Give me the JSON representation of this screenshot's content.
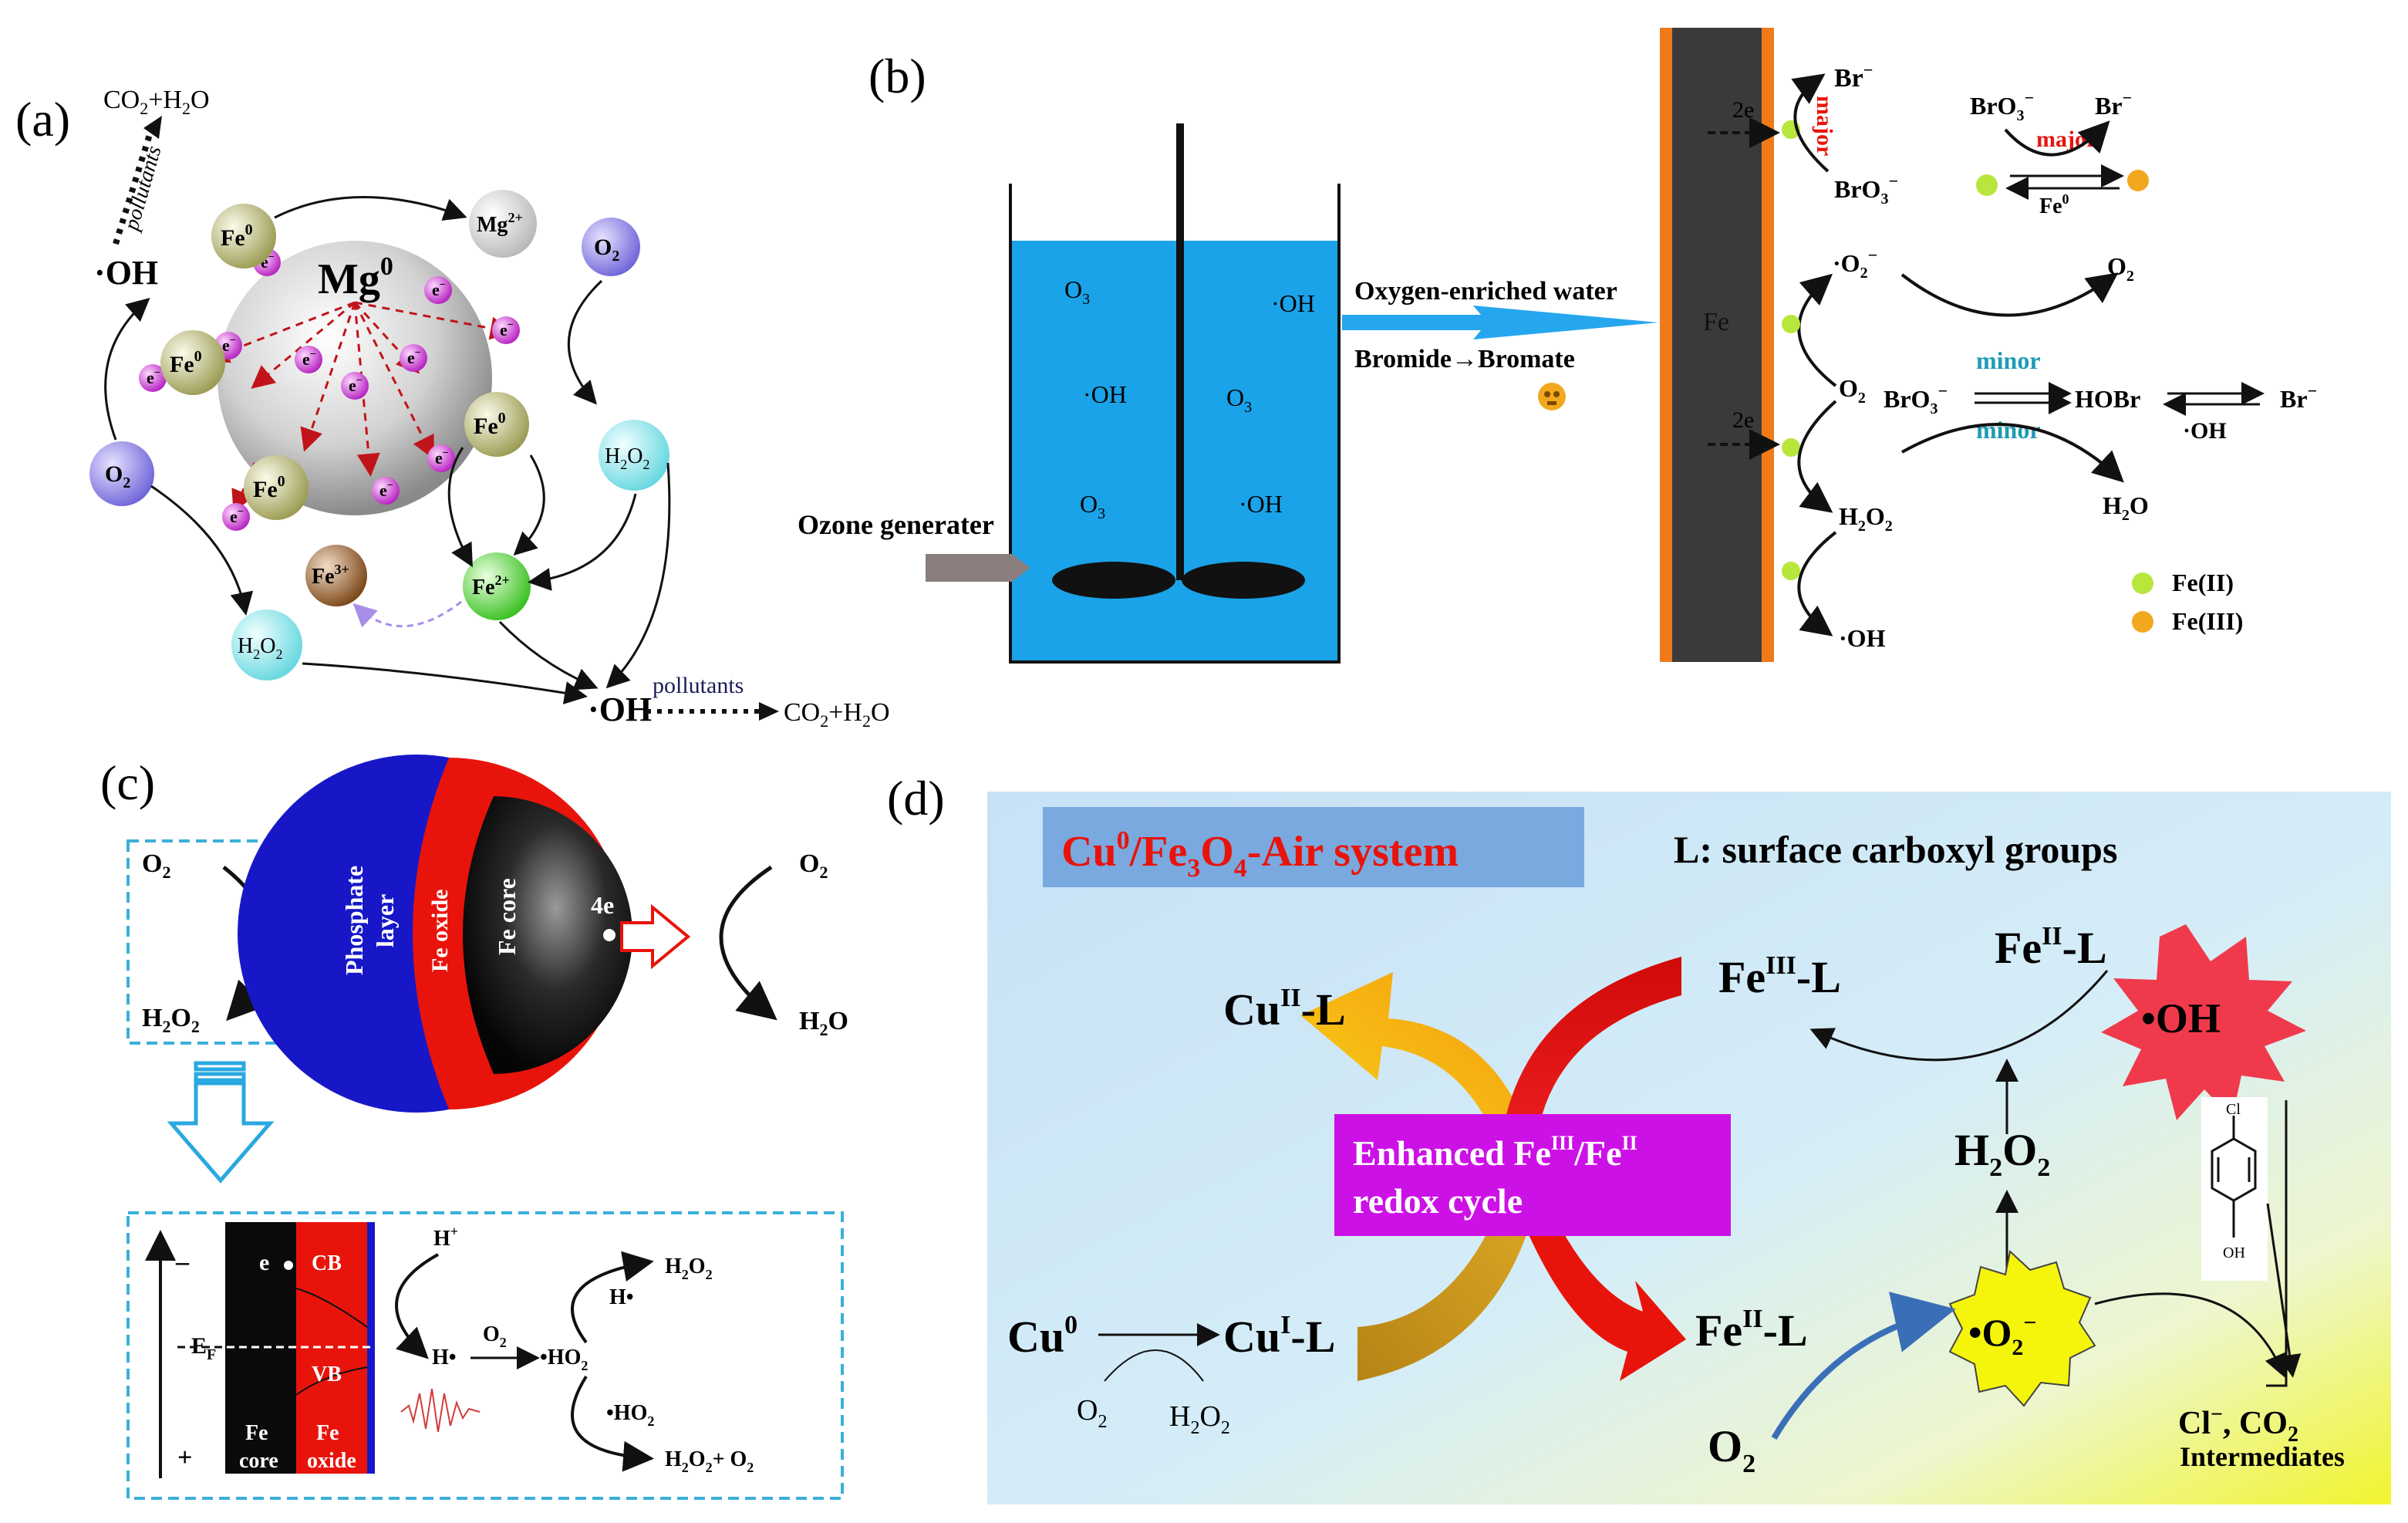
{
  "panel_labels": {
    "a": "(a)",
    "b": "(b)",
    "c": "(c)",
    "d": "(d)"
  },
  "panel_a": {
    "mg0": "Mg",
    "mg0_sup": "0",
    "mg2": "Mg",
    "mg2_sup": "2+",
    "fe0": "Fe",
    "fe0_sup": "0",
    "fe2": "Fe",
    "fe2_sup": "2+",
    "fe3": "Fe",
    "fe3_sup": "3+",
    "o2": "O",
    "o2_sub": "2",
    "h2o2": "H",
    "h2o2_mid": "O",
    "h2o2_sub": "2",
    "electron": "e",
    "electron_sup": "−",
    "oh": "OH",
    "pollutants": "pollutants",
    "co2_h2o": "CO",
    "co2_tail": "+H",
    "co2_end": "O",
    "sub2": "2"
  },
  "panel_b": {
    "o3": "O",
    "o3_sub": "3",
    "oh": "·OH",
    "ozone_generator": "Ozone generater",
    "oxygen_water": "Oxygen-enriched water",
    "bromide": "Bromide",
    "bromate": "Bromate",
    "fe": "Fe",
    "two_e": "2e",
    "br_minus": "Br",
    "bro3": "BrO",
    "minus": "−",
    "major": "major",
    "minor": "minor",
    "fe0": "Fe",
    "fe0_sup": "0",
    "o2_rad": "·O",
    "o2": "O",
    "h2o2": "H",
    "h2o2_mid": "O",
    "h2o": "H",
    "h2o_end": "O",
    "hobr": "HOBr",
    "fe_ii": "Fe(II)",
    "fe_iii": "Fe(III)",
    "sub2": "2",
    "sub3": "3"
  },
  "panel_c": {
    "o2": "O",
    "h2o2": "H",
    "h2o2_mid": "O",
    "h2o": "H",
    "h2o_end": "O",
    "sub2": "2",
    "phosphate": "Phosphate",
    "layer": "layer",
    "fe_oxide": "Fe oxide",
    "fe_core": "Fe core",
    "four_e": "4e",
    "minus_sign": "–",
    "plus_sign": "+",
    "e": "e",
    "cb": "CB",
    "vb": "VB",
    "ef": "E",
    "ef_sub": "F",
    "h_plus": "H",
    "plus_sup": "+",
    "h_rad": "H•",
    "ho2": "•HO",
    "fe": "Fe",
    "core": "core",
    "oxide": "oxide",
    "h2o2_o2": "+ O"
  },
  "panel_d": {
    "system_a": "Cu",
    "system_sup0": "0",
    "system_b": "/Fe",
    "system_sub3": "3",
    "system_c": "O",
    "system_sub4": "4",
    "system_d": "-Air system",
    "legend": "L: surface carboxyl groups",
    "cu": "Cu",
    "sup_ii": "II",
    "sup_iii": "III",
    "sup_i": "I",
    "sup_0": "0",
    "dash_l": "-L",
    "fe": "Fe",
    "oh_rad": "•OH",
    "h": "H",
    "o": "O",
    "sub2": "2",
    "o2_rad": "•O",
    "minus": "−",
    "enhanced": "Enhanced",
    "slash": "/",
    "redox": "redox cycle",
    "cl_minus": "Cl",
    "co2": ", CO",
    "intermediates": "Intermediates",
    "cl": "Cl",
    "oh_group": "OH"
  },
  "colors": {
    "water": "#1aa3e8",
    "steel": "#3a3a3a",
    "orange": "#f07a1a",
    "red": "#e8140c",
    "blue_layer": "#1717c8",
    "magenta": "#cc11e6",
    "yellow": "#f5f50c",
    "pink": "#f03a4c",
    "teal": "#1f9bb5",
    "cyan_box": "#3bb0d8",
    "system_box": "#7aa9df"
  }
}
